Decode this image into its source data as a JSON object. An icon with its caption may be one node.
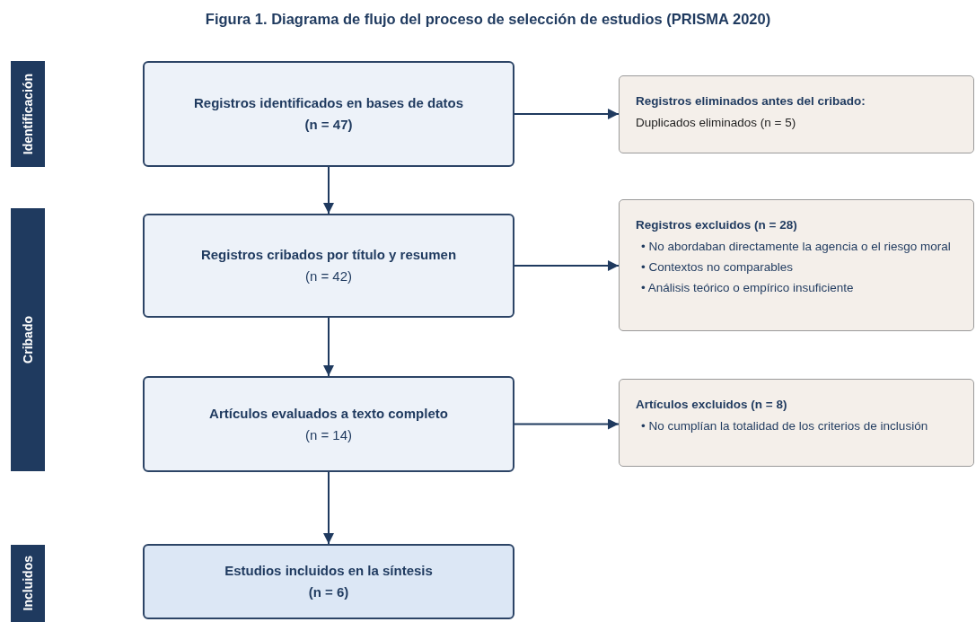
{
  "diagram": {
    "title": "Figura 1. Diagrama de flujo del proceso de selección de estudios (PRISMA 2020)",
    "nodes": [
      {
        "text": [
          "Identificación"
        ]
      },
      {
        "text": [
          "Cribado"
        ]
      },
      {
        "text": [
          "Incluidos"
        ]
      },
      {
        "text": [
          "Registros identificados en bases de datos",
          "(n = 47)"
        ]
      },
      {
        "text": [
          "Registros eliminados antes del cribado:",
          "Duplicados eliminados (n = 5)"
        ]
      },
      {
        "text": [
          "Registros cribados por título y resumen",
          "(n = 42)"
        ]
      },
      {
        "text": [
          "Registros excluidos (n = 28)",
          "• No abordaban directamente la agencia o el riesgo moral",
          "• Contextos no comparables",
          "• Análisis teórico o empírico insuficiente"
        ]
      },
      {
        "text": [
          "Artículos evaluados a texto completo",
          "(n = 14)"
        ]
      },
      {
        "text": [
          "Artículos excluidos (n = 8)",
          "• No cumplían la totalidad de los criterios de inclusión"
        ]
      },
      {
        "text": [
          "Estudios incluidos en la síntesis",
          "(n = 6)"
        ]
      }
    ],
    "edges": [
      {
        "from": 3,
        "to": 4,
        "arrow": "to"
      },
      {
        "from": 3,
        "to": 5,
        "arrow": "to"
      },
      {
        "from": 5,
        "to": 6,
        "arrow": "to"
      },
      {
        "from": 5,
        "to": 7,
        "arrow": "to"
      },
      {
        "from": 7,
        "to": 8,
        "arrow": "to"
      },
      {
        "from": 7,
        "to": 9,
        "arrow": "to"
      }
    ]
  }
}
